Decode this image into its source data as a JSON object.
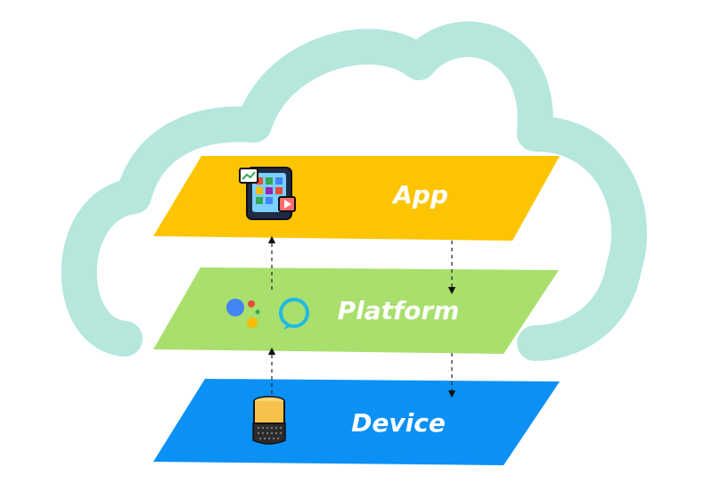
{
  "diagram": {
    "layers": [
      {
        "id": "app",
        "label": "App",
        "color": "#fdc401"
      },
      {
        "id": "platform",
        "label": "Platform",
        "color": "#a9df6c"
      },
      {
        "id": "device",
        "label": "Device",
        "color": "#0b90f6"
      }
    ],
    "cloud_color": "#b5e7dd",
    "icons": {
      "app": "mobile-apps-icon",
      "platform_left": "google-assistant-icon",
      "platform_right": "alexa-icon",
      "device": "smart-speaker-icon"
    }
  }
}
